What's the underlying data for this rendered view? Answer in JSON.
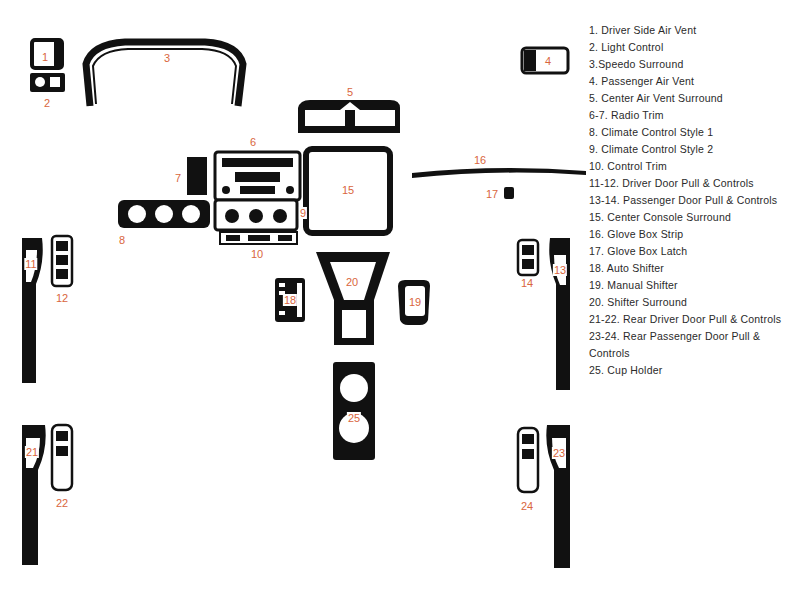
{
  "diagram": {
    "labels": [
      "1",
      "2",
      "3",
      "4",
      "5",
      "6",
      "7",
      "8",
      "9",
      "10",
      "11",
      "12",
      "13",
      "14",
      "15",
      "16",
      "17",
      "18",
      "19",
      "20",
      "21",
      "22",
      "23",
      "24",
      "25",
      "1. Driver Side Air Vent",
      "2. Light Control",
      "3.Speedo Surround",
      "4. Passenger Air Vent",
      "5. Center Air Vent Surround",
      "6-7. Radio Trim",
      "8. Climate Control Style 1",
      "9. Climate Control Style 2",
      "10. Control Trim",
      "11-12. Driver Door Pull & Controls",
      "13-14. Passenger Door Pull & Controls",
      "15. Center Console Surround",
      "16. Glove Box Strip",
      "17. Glove Box Latch",
      "18. Auto Shifter",
      "19. Manual Shifter",
      "20. Shifter Surround",
      "21-22. Rear Driver Door Pull & Controls",
      "23-24.  Rear Passenger Door Pull & Controls",
      "25. Cup Holder"
    ]
  }
}
